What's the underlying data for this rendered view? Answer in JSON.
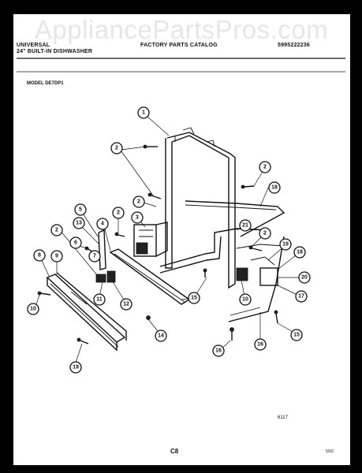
{
  "watermark": "AppliancePartsPros.com",
  "header": {
    "brand": "UNIVERSAL",
    "product": "24\" BUILT-IN DISHWASHER",
    "catalog": "FACTORY PARTS CATALOG",
    "catalog_number": "5995222236",
    "model": "MODEL DE7DP1"
  },
  "footer": {
    "drawing_code": "6117",
    "page": "C8",
    "date": "5/92"
  },
  "callouts": [
    "1",
    "2",
    "2",
    "2",
    "2",
    "2",
    "3",
    "4",
    "5",
    "6",
    "7",
    "8",
    "9",
    "10",
    "11",
    "12",
    "13",
    "14",
    "14",
    "15",
    "15",
    "16",
    "16",
    "17",
    "18",
    "19",
    "19",
    "20",
    "21"
  ]
}
